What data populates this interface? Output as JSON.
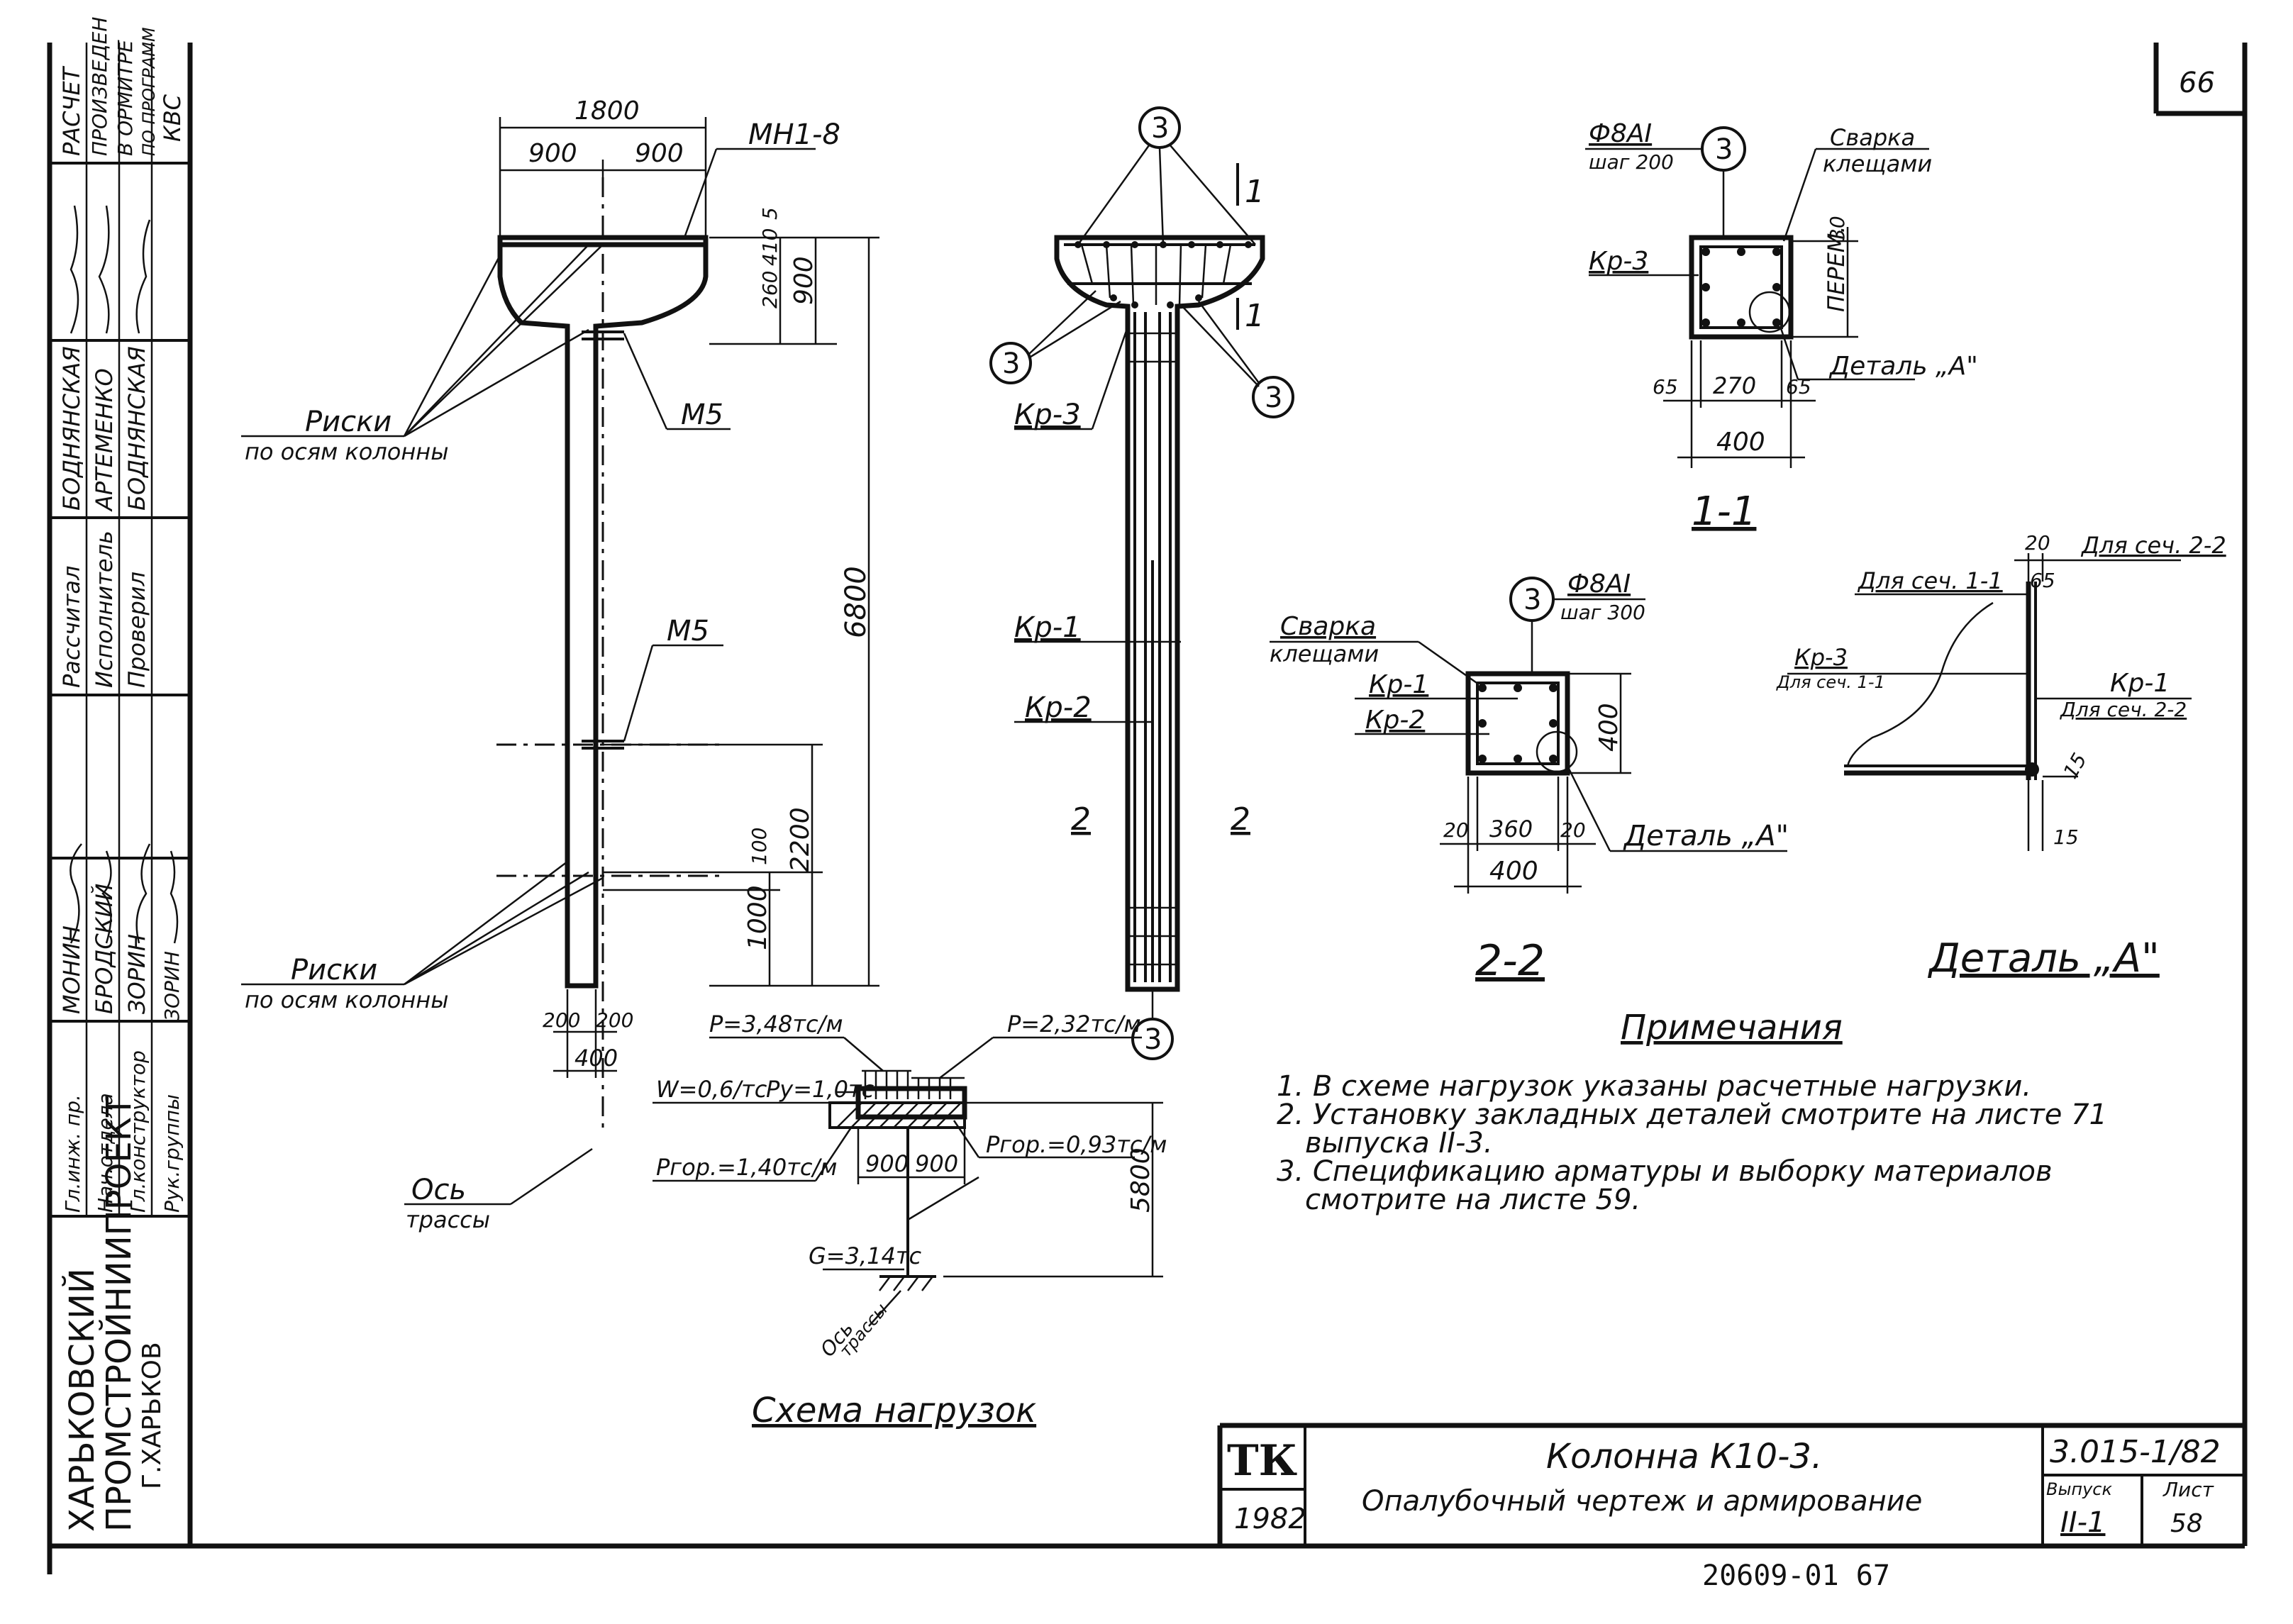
{
  "sheet_number": "66",
  "stamp": {
    "org_line1": "ХАРЬКОВСКИЙ",
    "org_line2": "ПРОМСТРОЙНИИПРОЕКТ",
    "org_city": "Г.ХАРЬКОВ",
    "positions": [
      "Гл.инж. пр.",
      "Нач.отдела",
      "Гл.конструктор",
      "Рук.группы"
    ],
    "names": [
      "МОНИН",
      "БРОДСКИЙ",
      "ЗОРИН",
      "ЗОРИН"
    ],
    "roles": [
      "Рассчитал",
      "Исполнитель",
      "Проверил"
    ],
    "names2": [
      "БОДНЯНСКАЯ",
      "АРТЕМЕНКО",
      "БОДНЯНСКАЯ"
    ],
    "calc_note": [
      "РАСЧЕТ",
      "ПРОИЗВЕДЕН",
      "В ОРМИТРЕ",
      "ПО ПРОГРАММ",
      "КВС"
    ]
  },
  "formwork": {
    "dim_1800": "1800",
    "dim_900": "900",
    "dim_260": "260",
    "dim_410": "410",
    "dim_5": "5",
    "dim_6800": "6800",
    "dim_100": "100",
    "dim_1000": "1000",
    "dim_2200": "2200",
    "dim_200": "200",
    "dim_400": "400",
    "mn_label": "МН1-8",
    "m5_label": "М5",
    "risks_label": "Риски",
    "risks_sub": "по осям колонны",
    "axis_label": "Ось",
    "axis_sub": "трассы"
  },
  "reinforcement": {
    "sec_1": "1",
    "sec_2": "2",
    "pos_3": "3",
    "kr1": "Кр-1",
    "kr2": "Кр-2",
    "kr3": "Кр-3"
  },
  "sec11": {
    "pos": "3",
    "bar_dia": "Ф8АI",
    "bar_step": "шаг 200",
    "weld": "Сварка",
    "weld_sub": "клещами",
    "kr3": "Кр-3",
    "dim_30": "30",
    "dim_perem": "ПЕРЕМ.",
    "dim_65": "65",
    "dim_270": "270",
    "dim_400": "400",
    "detail": "Деталь „А\"",
    "title": "1-1"
  },
  "sec22": {
    "pos": "3",
    "bar_dia": "Ф8АI",
    "bar_step": "шаг 300",
    "weld": "Сварка",
    "weld_sub": "клещами",
    "kr1": "Кр-1",
    "kr2": "Кр-2",
    "dim_400": "400",
    "dim_20": "20",
    "dim_360": "360",
    "detail": "Деталь „А\"",
    "title": "2-2"
  },
  "detail": {
    "dim_20": "20",
    "dim_65": "65",
    "dim_15": "15",
    "for_sec22": "Для сеч. 2-2",
    "for_sec11": "Для сеч. 1-1",
    "kr3": "Кр-3",
    "kr3_sub": "Для сеч. 1-1",
    "kr1": "Кр-1",
    "kr1_sub": "Для сеч. 2-2",
    "title": "Деталь „А\""
  },
  "loads": {
    "dim_900": "900",
    "dim_5800": "5800",
    "p_left": "P=3,48тс/м",
    "p_right": "P=2,32тс/м",
    "w": "W=0,6/тс",
    "py": "Py=1,0тс",
    "phor_left": "Pгор.=1,40тс/м",
    "phor_right": "Pгор.=0,93тс/м",
    "g": "G=3,14тс",
    "axis": "Ось",
    "axis_sub": "трассы",
    "title": "Схема нагрузок"
  },
  "notes": {
    "title": "Примечания",
    "items": [
      "1. В схеме нагрузок указаны расчетные нагрузки.",
      "2. Установку закладных деталей смотрите на листе 71",
      "выпуска II-3.",
      "3. Спецификацию арматуры и выборку материалов",
      "смотрите на листе 59."
    ]
  },
  "title_block": {
    "logo": "ТК",
    "year": "1982",
    "title": "Колонна К10-3.",
    "subtitle": "Опалубочный чертеж и армирование",
    "series": "3.015-1/82",
    "issue_label": "Выпуск",
    "issue": "II-1",
    "sheet_label": "Лист",
    "sheet": "58",
    "archive": "20609-01 67"
  }
}
